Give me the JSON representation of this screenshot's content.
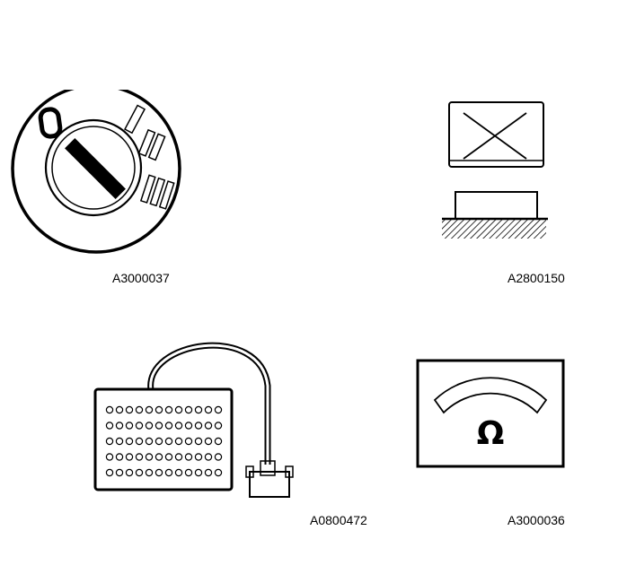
{
  "figures": [
    {
      "id": "ignition-switch",
      "code": "A3000037",
      "icon": "ignition-switch-icon"
    },
    {
      "id": "relay",
      "code": "A2800150",
      "icon": "relay-icon"
    },
    {
      "id": "breakout-box",
      "code": "A0800472",
      "icon": "breakout-box-icon"
    },
    {
      "id": "ohmmeter",
      "code": "A3000036",
      "icon": "ohmmeter-icon",
      "symbol": "Ω"
    }
  ],
  "colors": {
    "ink": "#000000",
    "paper": "#ffffff"
  }
}
